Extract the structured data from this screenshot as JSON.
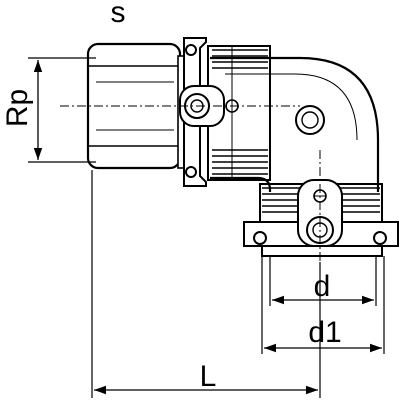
{
  "labels": {
    "s": "s",
    "rp": "Rp",
    "d": "d",
    "d1": "d1",
    "l": "L"
  },
  "colors": {
    "line": "#000000",
    "background": "#ffffff"
  }
}
